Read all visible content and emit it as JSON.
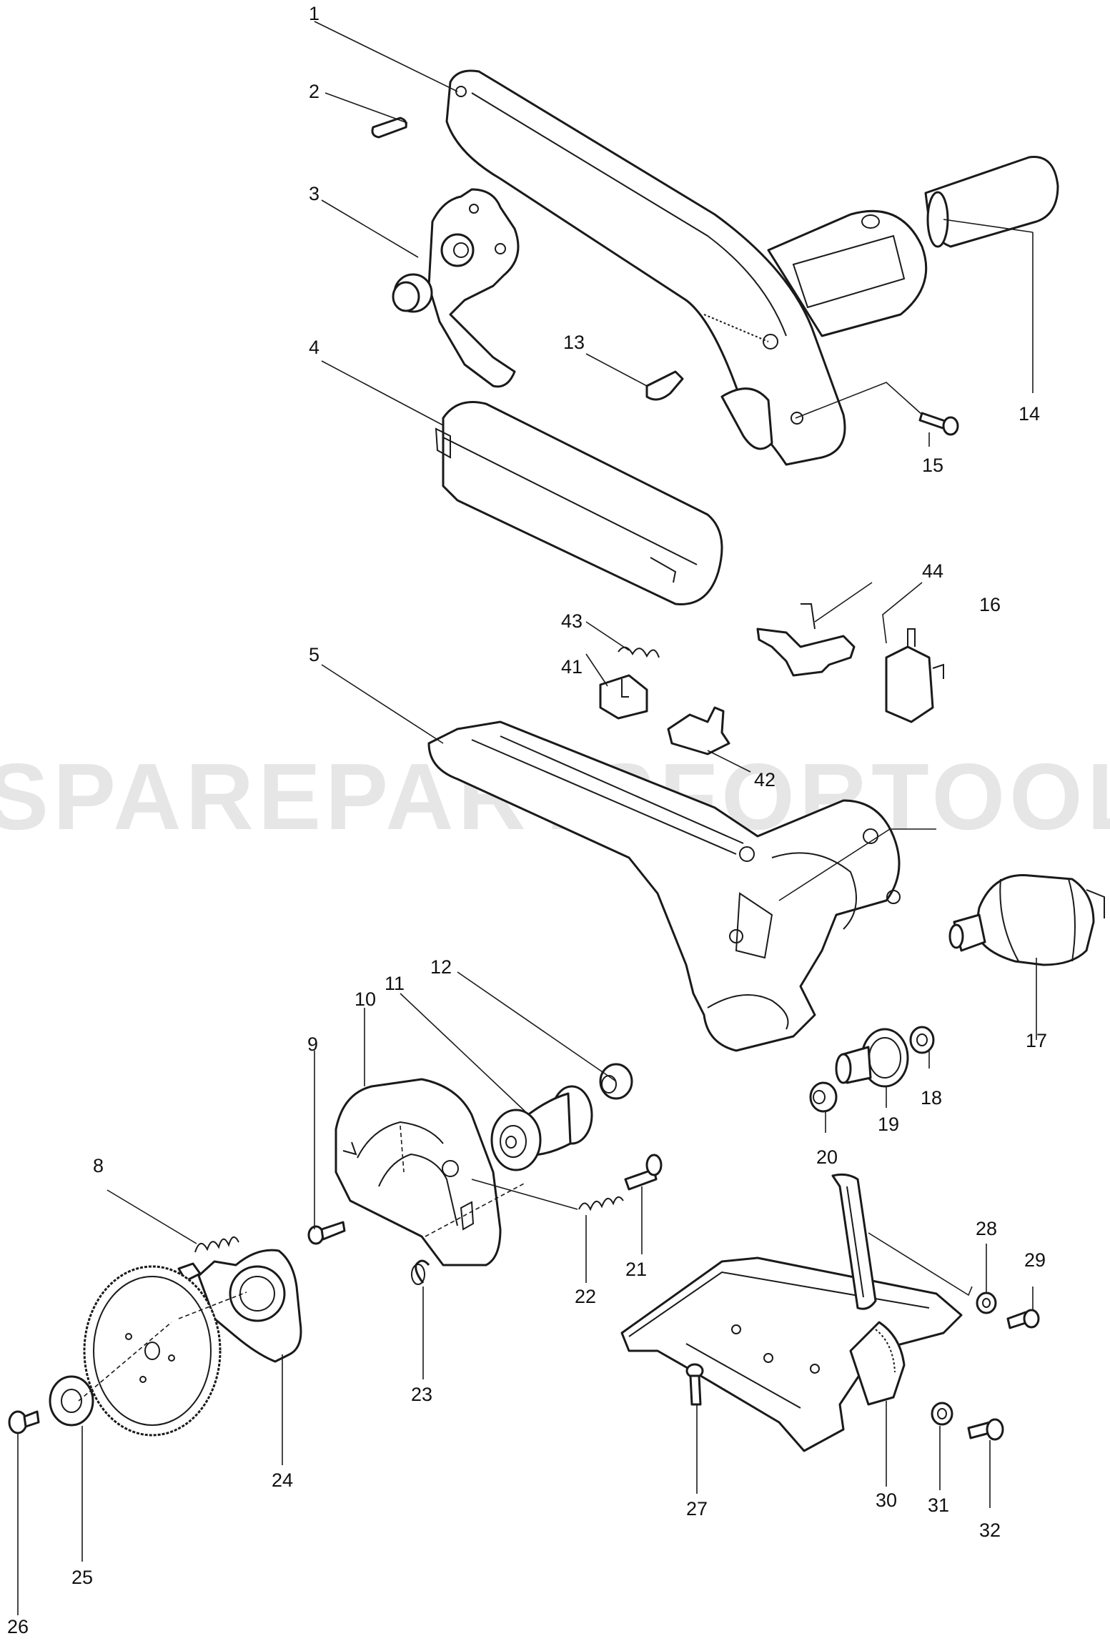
{
  "watermark": "SPAREPARTSFORTOOLS.COM.AU",
  "labels": {
    "p1": "1",
    "p2": "2",
    "p3": "3",
    "p4": "4",
    "p5": "5",
    "p8": "8",
    "p9": "9",
    "p10": "10",
    "p11": "11",
    "p12": "12",
    "p13": "13",
    "p14": "14",
    "p15": "15",
    "p16": "16",
    "p17": "17",
    "p18": "18",
    "p19": "19",
    "p20": "20",
    "p21": "21",
    "p22": "22",
    "p23": "23",
    "p24": "24",
    "p25": "25",
    "p26": "26",
    "p27": "27",
    "p28": "28",
    "p29": "29",
    "p30": "30",
    "p31": "31",
    "p32": "32",
    "p41": "41",
    "p42": "42",
    "p43": "43",
    "p44": "44"
  }
}
